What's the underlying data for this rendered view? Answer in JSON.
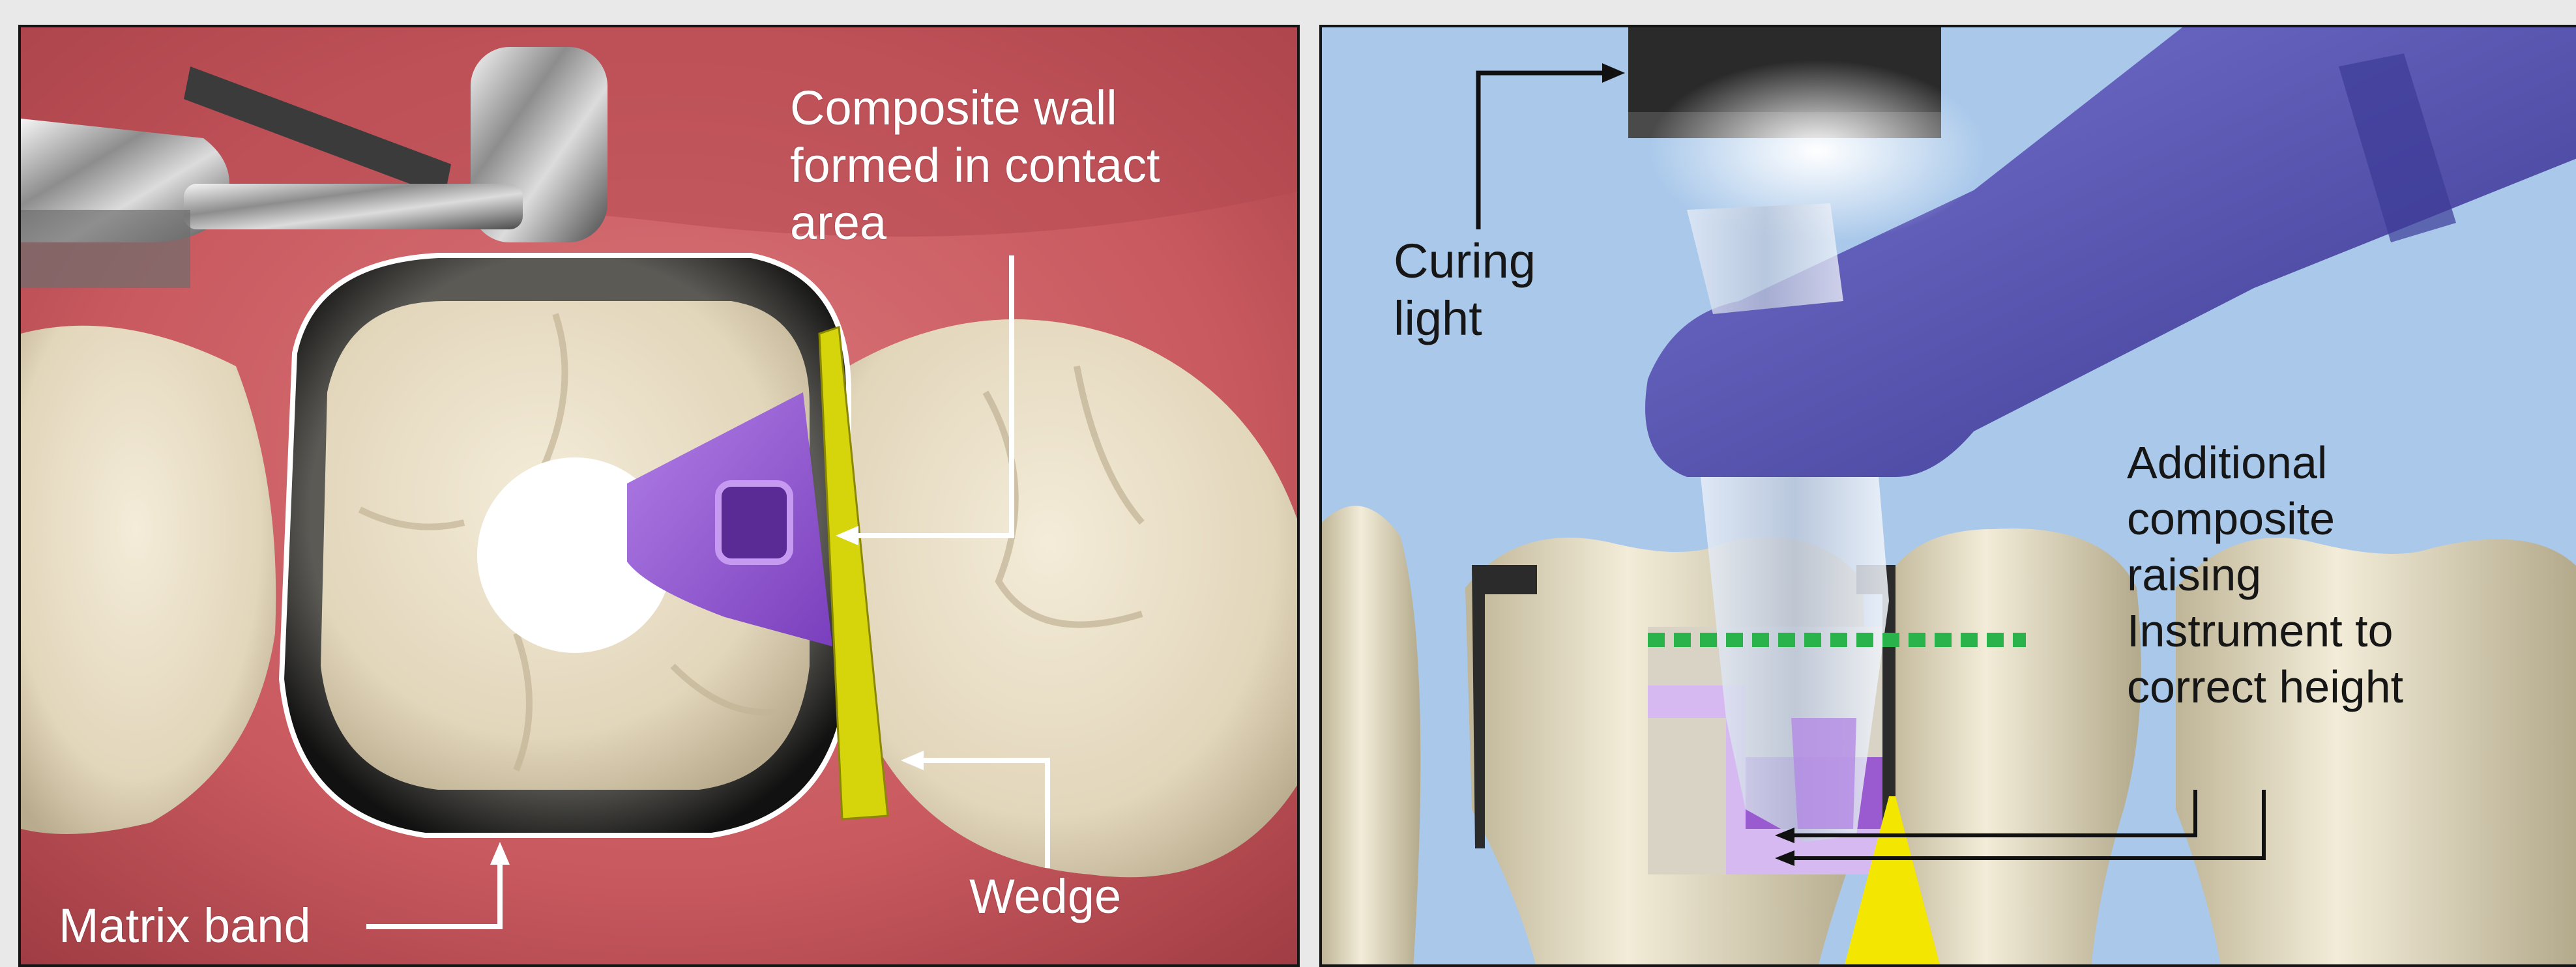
{
  "left_panel": {
    "labels": {
      "composite_wall": "Composite wall\nformed in contact\narea",
      "matrix_band": "Matrix band",
      "wedge": "Wedge"
    }
  },
  "right_panel": {
    "labels": {
      "curing_light": "Curing\nlight",
      "additional_composite": "Additional\ncomposite\nraising\nInstrument to\ncorrect height"
    }
  },
  "colors": {
    "gum": "#c8595f",
    "tooth": "#e6dcc4",
    "sky": "#a9c8ea",
    "composite": "#8b55c8",
    "curing_light_body": "#4c4aa8",
    "wedge": "#e8e800",
    "guide_line": "#29b34a"
  }
}
